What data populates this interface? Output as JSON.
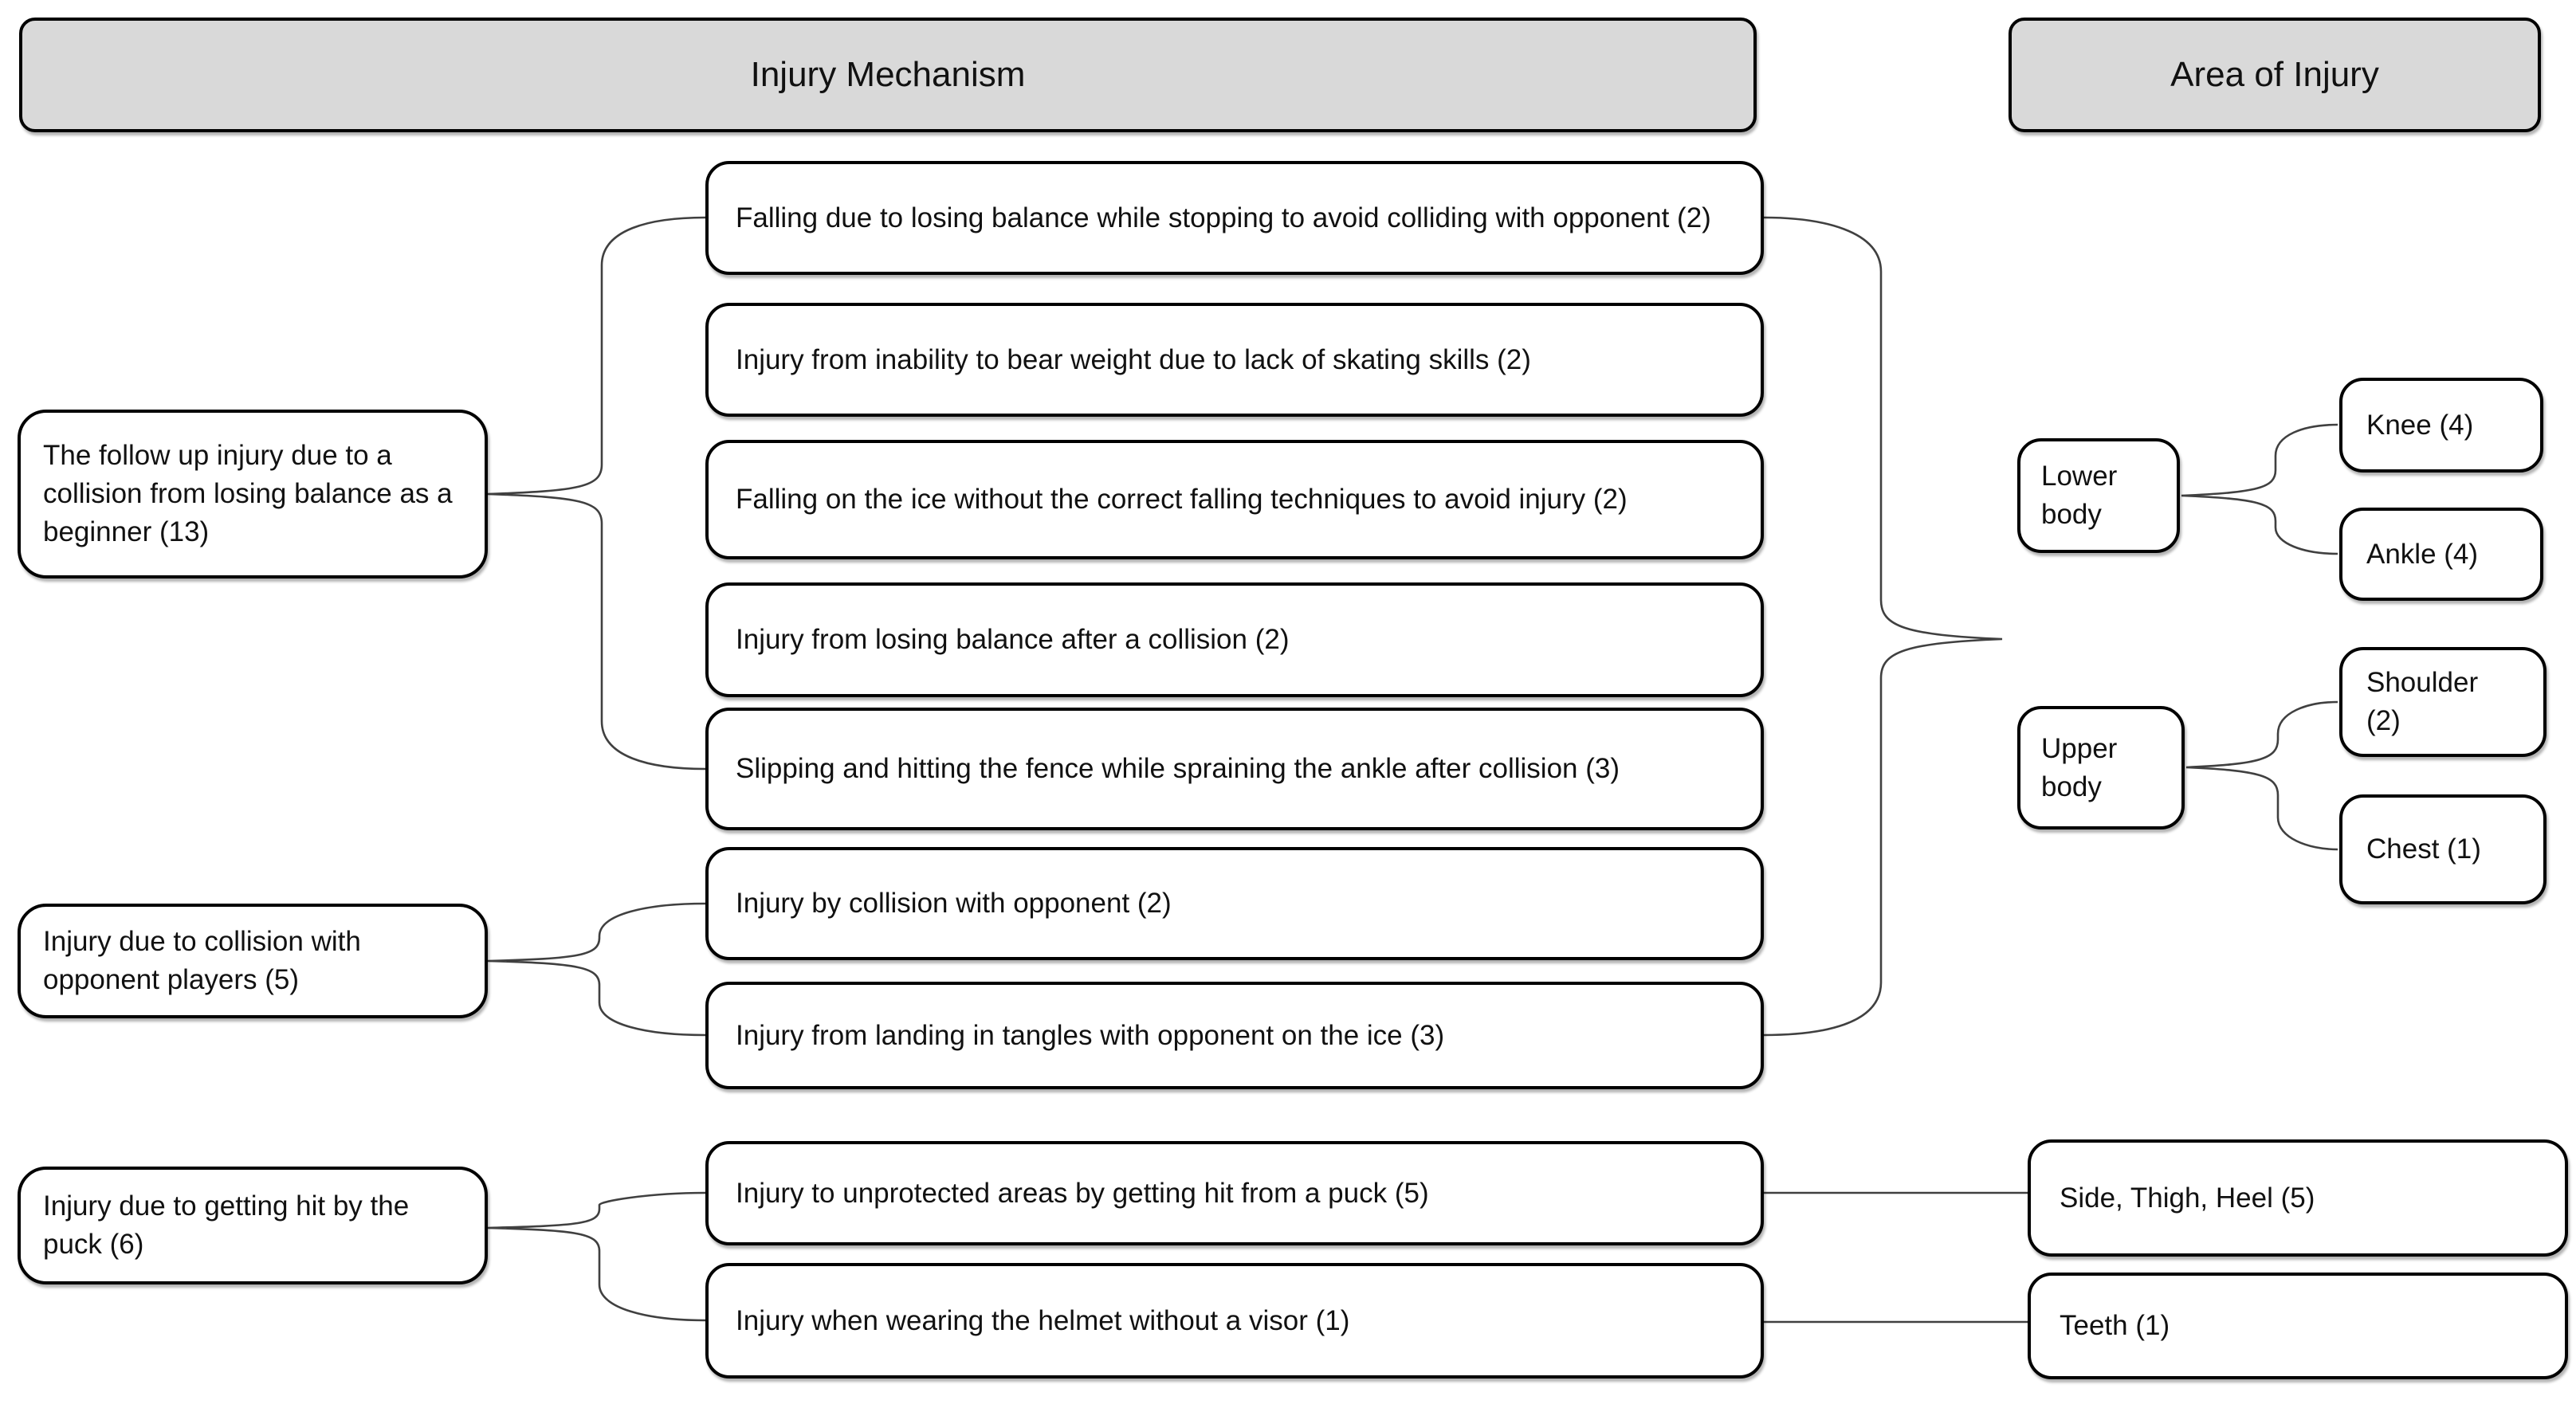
{
  "headers": {
    "mechanism": "Injury Mechanism",
    "area": "Area of Injury"
  },
  "mechanism_groups": [
    {
      "parent": "The follow up injury due to a collision from losing balance as a beginner (13)",
      "children": [
        "Falling due to losing balance while stopping to avoid colliding with opponent (2)",
        "Injury from inability to bear weight due to lack of skating skills (2)",
        "Falling on the ice without the correct falling techniques to avoid injury (2)",
        "Injury from losing balance after a collision (2)",
        "Slipping and hitting the fence while spraining the ankle after collision (3)"
      ]
    },
    {
      "parent": "Injury due to collision with opponent players (5)",
      "children": [
        "Injury by collision with opponent (2)",
        "Injury from landing in tangles with opponent on the ice (3)"
      ]
    },
    {
      "parent": "Injury due to getting hit by the puck (6)",
      "children": [
        "Injury to unprotected areas by getting hit from a puck (5)",
        "Injury when wearing the helmet without a visor (1)"
      ]
    }
  ],
  "area_groups": [
    {
      "parent": "Lower body",
      "children": [
        "Knee (4)",
        "Ankle (4)"
      ]
    },
    {
      "parent": "Upper body",
      "children": [
        "Shoulder (2)",
        "Chest (1)"
      ]
    }
  ],
  "area_boxes": [
    "Side, Thigh, Heel (5)",
    "Teeth (1)"
  ],
  "colors": {
    "header_fill": "#d9d9d9",
    "box_fill": "#ffffff",
    "border": "#000000",
    "connector": "#404040",
    "background": "#ffffff"
  }
}
